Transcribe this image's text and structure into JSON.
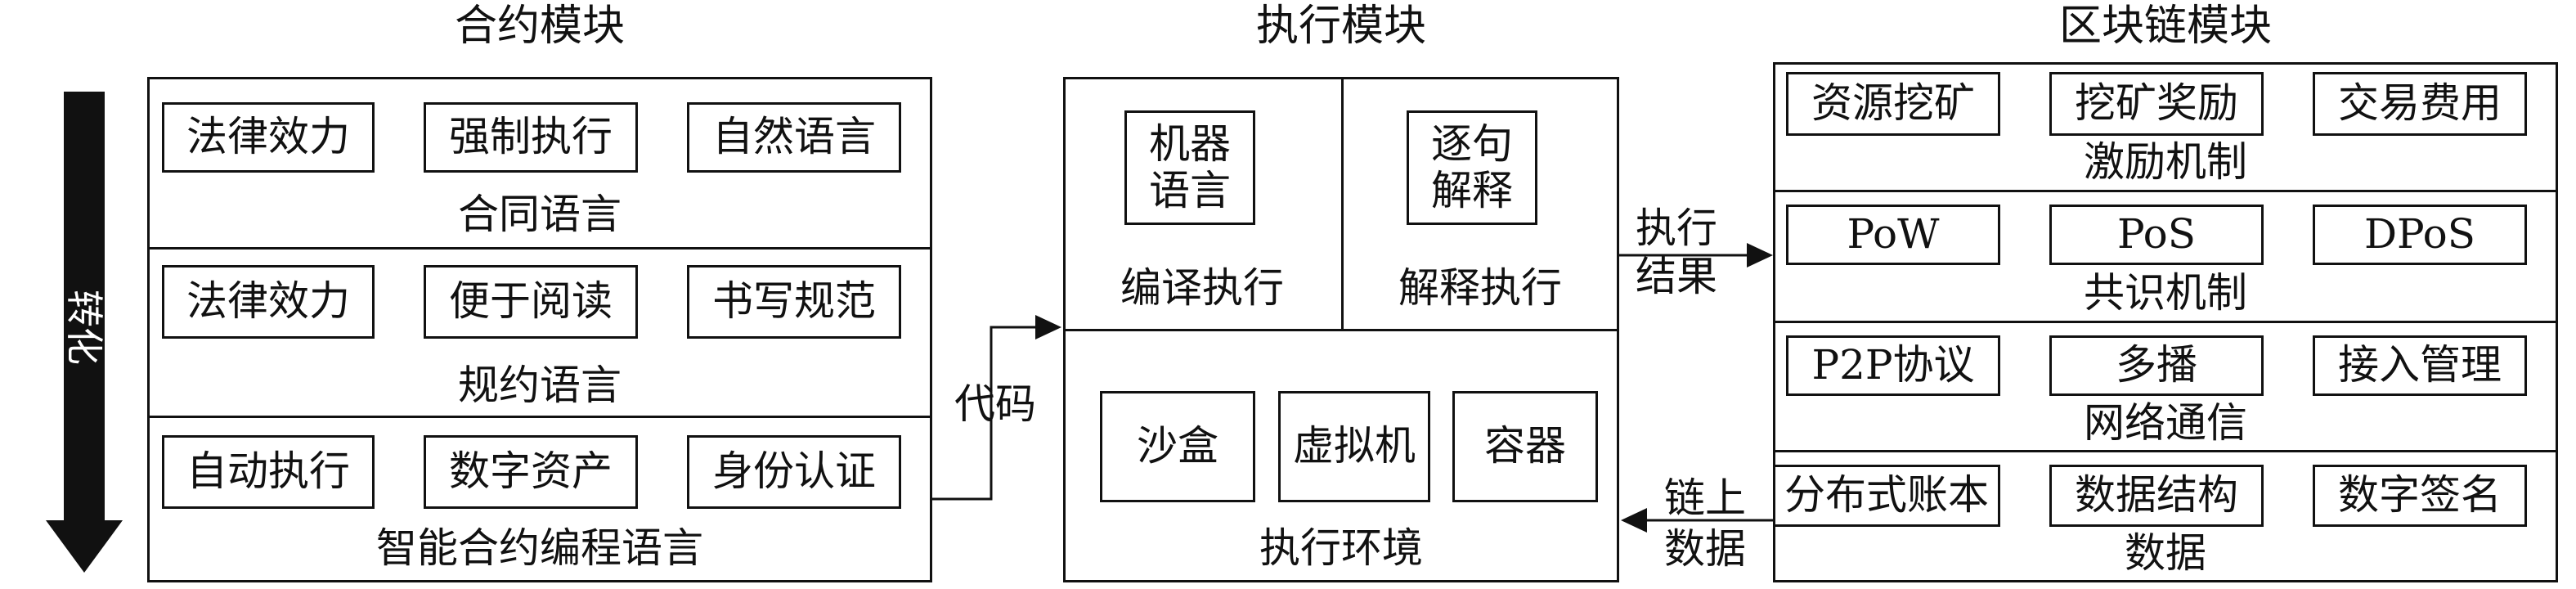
{
  "contract_module": {
    "title": "合约模块",
    "contract_language": {
      "label": "合同语言",
      "items": [
        "法律效力",
        "强制执行",
        "自然语言"
      ]
    },
    "protocol_language": {
      "label": "规约语言",
      "items": [
        "法律效力",
        "便于阅读",
        "书写规范"
      ]
    },
    "smart_contract_language": {
      "label": "智能合约编程语言",
      "items": [
        "自动执行",
        "数字资产",
        "身份认证"
      ]
    }
  },
  "transform_arrow": {
    "label": "转化"
  },
  "code_arrow": {
    "label": "代码"
  },
  "execution_module": {
    "title": "执行模块",
    "compile": {
      "box": "机器\n语言",
      "label": "编译执行"
    },
    "interpret": {
      "box": "逐句\n解释",
      "label": "解释执行"
    },
    "environment": {
      "items": [
        "沙盒",
        "虚拟机",
        "容器"
      ],
      "label": "执行环境"
    }
  },
  "result_arrow": {
    "label": "执行\n结果"
  },
  "onchain_arrow": {
    "label": "链上\n数据"
  },
  "blockchain_module": {
    "title": "区块链模块",
    "incentive": {
      "label": "激励机制",
      "items": [
        "资源挖矿",
        "挖矿奖励",
        "交易费用"
      ]
    },
    "consensus": {
      "label": "共识机制",
      "items": [
        "PoW",
        "PoS",
        "DPoS"
      ]
    },
    "network": {
      "label": "网络通信",
      "items": [
        "P2P协议",
        "多播",
        "接入管理"
      ]
    },
    "data": {
      "label": "数据",
      "items": [
        "分布式账本",
        "数据结构",
        "数字签名"
      ]
    }
  }
}
